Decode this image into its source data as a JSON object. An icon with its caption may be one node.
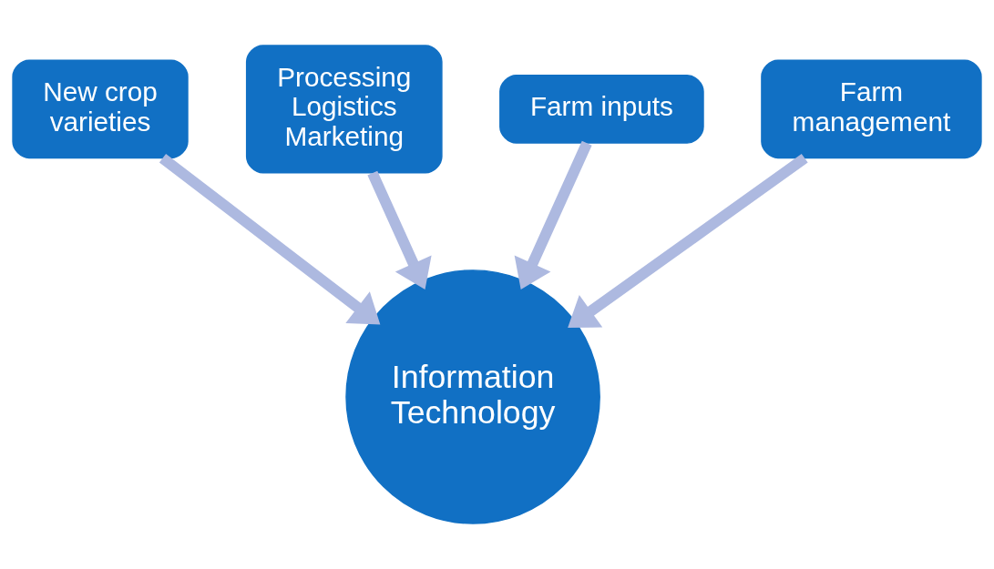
{
  "diagram": {
    "nodes": [
      {
        "text": [
          "Processing Logistics Marketing"
        ]
      },
      {
        "text": [
          "Farm inputs"
        ]
      },
      {
        "text": [
          "New crop varieties"
        ]
      },
      {
        "text": [
          "Farm management"
        ]
      },
      {
        "text": [
          "Information Technology"
        ]
      }
    ],
    "edges": [
      {
        "from": 0,
        "to": 4,
        "arrow": "to"
      },
      {
        "from": 1,
        "to": 4,
        "arrow": "to"
      },
      {
        "from": 2,
        "to": 4,
        "arrow": "to"
      },
      {
        "from": 3,
        "to": 4,
        "arrow": "to"
      }
    ]
  }
}
